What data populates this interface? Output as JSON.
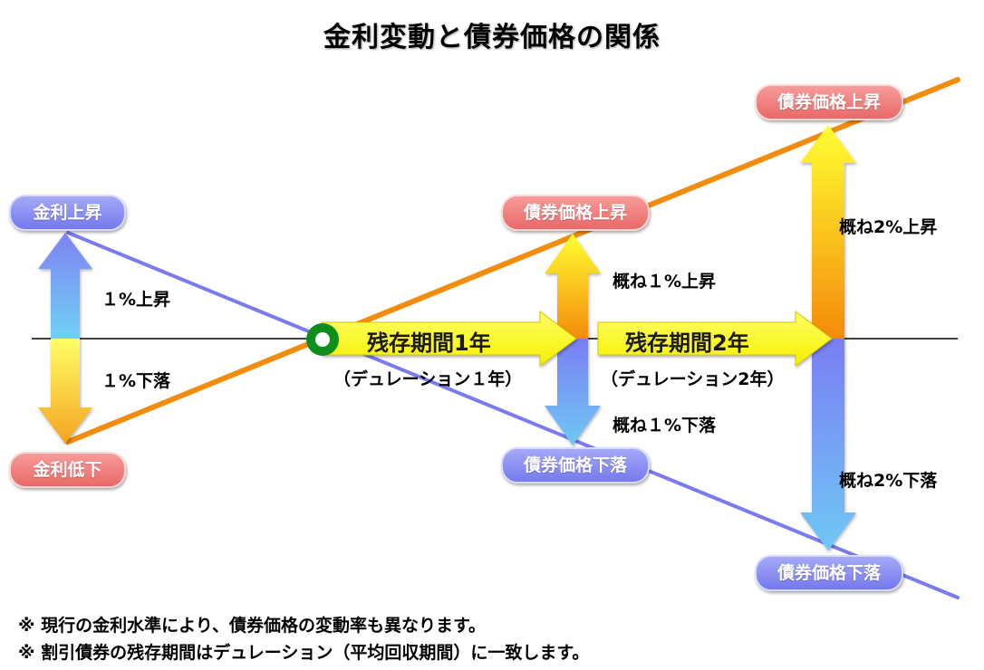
{
  "title": "金利変動と債券価格の関係",
  "pills": {
    "rate_up": "金利上昇",
    "rate_down": "金利低下",
    "bond_up_1": "債券価格上昇",
    "bond_down_1": "債券価格下落",
    "bond_up_2": "債券価格上昇",
    "bond_down_2": "債券価格下落"
  },
  "labels": {
    "rate_up_pct": "１%上昇",
    "rate_down_pct": "１%下落",
    "bond_up_1": "概ね１%上昇",
    "bond_down_1": "概ね１%下落",
    "bond_up_2": "概ね2%上昇",
    "bond_down_2": "概ね2%下落"
  },
  "periods": {
    "period_1": "残存期間1年",
    "period_2": "残存期間2年",
    "duration_1": "（デュレーション１年）",
    "duration_2": "（デュレーション2年）"
  },
  "notes": [
    "※ 現行の金利水準により、債券価格の変動率も異なります。",
    "※ 割引債券の残存期間はデュレーション（平均回収期間）に一致します。"
  ],
  "colors": {
    "orange_line": "#f28c0c",
    "blue_line": "#7b7bf0",
    "yellow_arrow": "#ffff22",
    "pill_blue": "#7479ee",
    "pill_red": "#e86968"
  }
}
